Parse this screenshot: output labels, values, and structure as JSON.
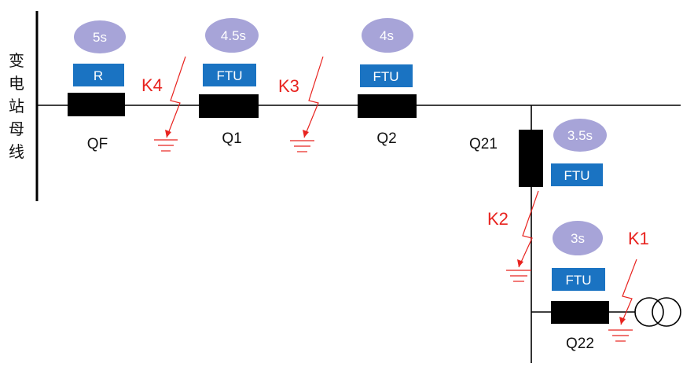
{
  "bus_label": [
    "变",
    "电",
    "站",
    "母",
    "线"
  ],
  "colors": {
    "line": "#000000",
    "breaker": "#000000",
    "timer_fill": "#a7a4d8",
    "device_tag": "#1a73c2",
    "fault": "#e8231f"
  },
  "devices": [
    {
      "name": "QF",
      "tag": "R",
      "delay": "5s"
    },
    {
      "name": "Q1",
      "tag": "FTU",
      "delay": "4.5s"
    },
    {
      "name": "Q2",
      "tag": "FTU",
      "delay": "4s"
    },
    {
      "name": "Q21",
      "tag": "FTU",
      "delay": "3.5s"
    },
    {
      "name": "Q22",
      "tag": "FTU",
      "delay": "3s"
    }
  ],
  "faults": [
    "K4",
    "K3",
    "K2",
    "K1"
  ]
}
